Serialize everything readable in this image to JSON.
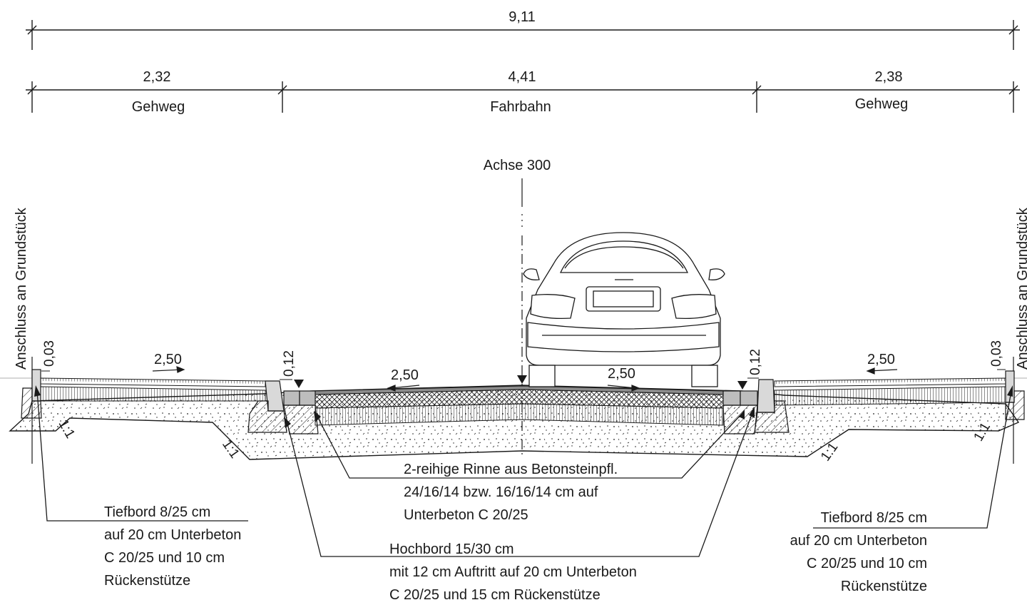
{
  "dimensions": {
    "total": "9,11",
    "left_width": "2,32",
    "middle_width": "4,41",
    "right_width": "2,38",
    "left_label": "Gehweg",
    "middle_label": "Fahrbahn",
    "right_label": "Gehweg"
  },
  "axis_label": "Achse 300",
  "edge_labels": {
    "left": "Anschluss an Grundstück",
    "right": "Anschluss an Grundstück"
  },
  "heights": {
    "left_edge": "0,03",
    "left_curb": "0,12",
    "right_curb": "0,12",
    "right_edge": "0,03"
  },
  "slopes": {
    "left_sidewalk": "2,50",
    "road_left": "2,50",
    "road_right": "2,50",
    "right_sidewalk": "2,50",
    "embankment": "1:1"
  },
  "notes": {
    "rinne": [
      "2-reihige Rinne aus Betonsteinpfl.",
      "24/16/14 bzw. 16/16/14 cm auf",
      "Unterbeton C 20/25"
    ],
    "hochbord": [
      "Hochbord 15/30 cm",
      "mit 12 cm Auftritt auf 20 cm Unterbeton",
      "C 20/25 und 15 cm Rückenstütze"
    ],
    "tiefbord_left": [
      "Tiefbord 8/25 cm",
      "auf 20 cm Unterbeton",
      "C 20/25 und 10 cm",
      "Rückenstütze"
    ],
    "tiefbord_right": [
      "Tiefbord 8/25 cm",
      "auf 20 cm Unterbeton",
      "C 20/25 und 10 cm",
      "Rückenstütze"
    ]
  },
  "colors": {
    "line": "#1a1a1a",
    "curb_fill": "#d9d9d9",
    "asphalt_fill": "#8c8c8c"
  }
}
